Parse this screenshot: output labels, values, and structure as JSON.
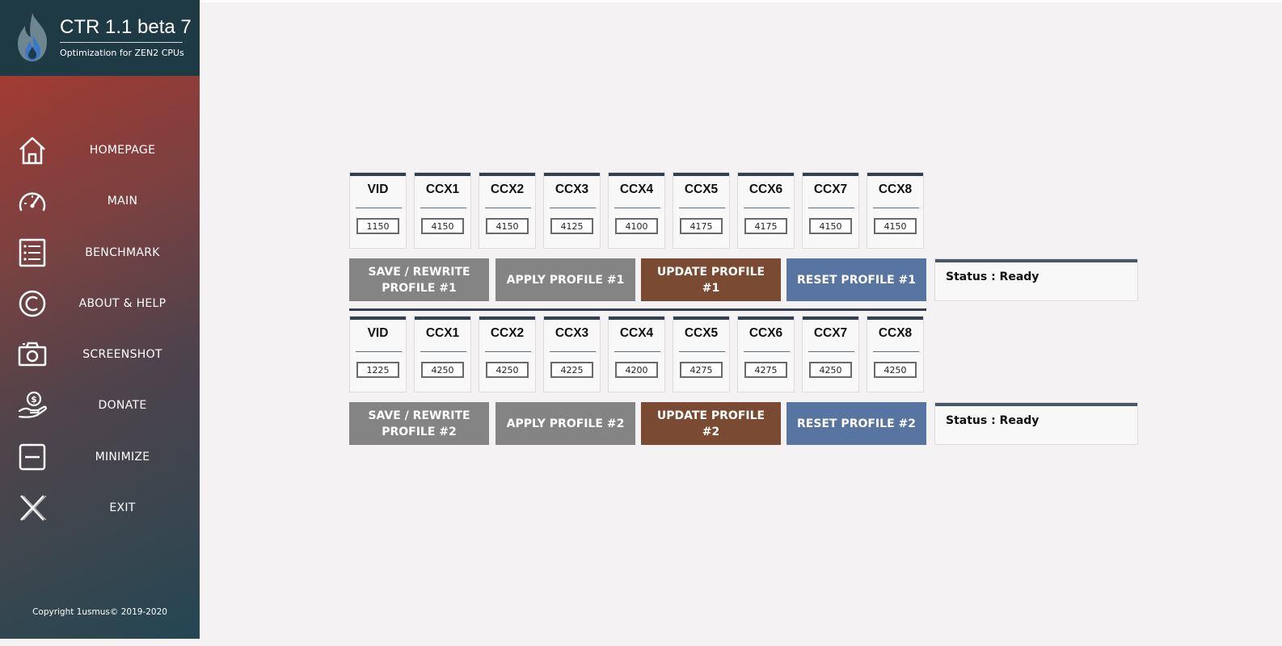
{
  "app": {
    "title": "CTR 1.1 beta 7",
    "subtitle": "Optimization for ZEN2 CPUs",
    "copyright": "Copyright 1usmus© 2019-2020"
  },
  "nav": [
    {
      "label": "HOMEPAGE",
      "icon": "home-icon"
    },
    {
      "label": "MAIN",
      "icon": "speedometer-icon"
    },
    {
      "label": "BENCHMARK",
      "icon": "list-icon"
    },
    {
      "label": "ABOUT & HELP",
      "icon": "copyright-icon"
    },
    {
      "label": "SCREENSHOT",
      "icon": "camera-icon"
    },
    {
      "label": "DONATE",
      "icon": "donate-icon"
    },
    {
      "label": "MINIMIZE",
      "icon": "minimize-icon"
    },
    {
      "label": "EXIT",
      "icon": "close-icon"
    }
  ],
  "profiles": [
    {
      "cards": [
        {
          "label": "VID",
          "value": "1150"
        },
        {
          "label": "CCX1",
          "value": "4150"
        },
        {
          "label": "CCX2",
          "value": "4150"
        },
        {
          "label": "CCX3",
          "value": "4125"
        },
        {
          "label": "CCX4",
          "value": "4100"
        },
        {
          "label": "CCX5",
          "value": "4175"
        },
        {
          "label": "CCX6",
          "value": "4175"
        },
        {
          "label": "CCX7",
          "value": "4150"
        },
        {
          "label": "CCX8",
          "value": "4150"
        }
      ],
      "buttons": {
        "save": "SAVE / REWRITE PROFILE #1",
        "apply": "APPLY PROFILE #1",
        "update": "UPDATE PROFILE #1",
        "reset": "RESET PROFILE #1"
      },
      "status": "Status : Ready"
    },
    {
      "cards": [
        {
          "label": "VID",
          "value": "1225"
        },
        {
          "label": "CCX1",
          "value": "4250"
        },
        {
          "label": "CCX2",
          "value": "4250"
        },
        {
          "label": "CCX3",
          "value": "4225"
        },
        {
          "label": "CCX4",
          "value": "4200"
        },
        {
          "label": "CCX5",
          "value": "4275"
        },
        {
          "label": "CCX6",
          "value": "4275"
        },
        {
          "label": "CCX7",
          "value": "4250"
        },
        {
          "label": "CCX8",
          "value": "4250"
        }
      ],
      "buttons": {
        "save": "SAVE / REWRITE PROFILE #2",
        "apply": "APPLY PROFILE #2",
        "update": "UPDATE PROFILE #2",
        "reset": "RESET PROFILE #2"
      },
      "status": "Status : Ready"
    }
  ],
  "colors": {
    "sidebar_header": "#1e3a44",
    "card_accent": "#344050",
    "button_gray": "#848484",
    "button_brown": "#7b4a33",
    "button_blue": "#5874a0",
    "background": "#f4f2f3"
  }
}
